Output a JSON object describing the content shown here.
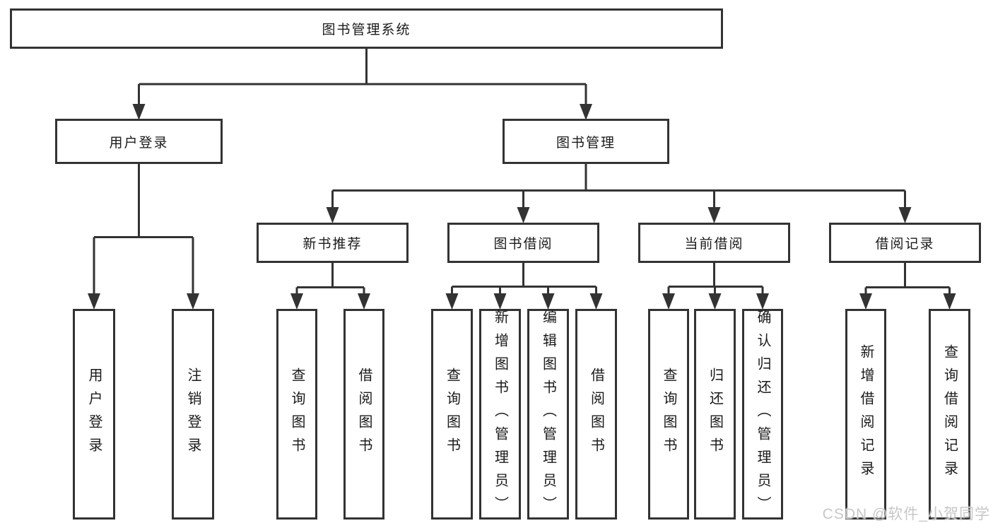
{
  "tree": {
    "label": "图书管理系统",
    "children": [
      {
        "label": "用户登录",
        "children": [
          {
            "label": "用户登录"
          },
          {
            "label": "注销登录"
          }
        ]
      },
      {
        "label": "图书管理",
        "children": [
          {
            "label": "新书推荐",
            "children": [
              {
                "label": "查询图书"
              },
              {
                "label": "借阅图书"
              }
            ]
          },
          {
            "label": "图书借阅",
            "children": [
              {
                "label": "查询图书"
              },
              {
                "label": "新增图书（管理员）"
              },
              {
                "label": "编辑图书（管理员）"
              },
              {
                "label": "借阅图书"
              }
            ]
          },
          {
            "label": "当前借阅",
            "children": [
              {
                "label": "查询图书"
              },
              {
                "label": "归还图书"
              },
              {
                "label": "确认归还（管理员）"
              }
            ]
          },
          {
            "label": "借阅记录",
            "children": [
              {
                "label": "新增借阅记录"
              },
              {
                "label": "查询借阅记录"
              }
            ]
          }
        ]
      }
    ]
  },
  "watermark": {
    "text": "CSDN @软件_小贺同学"
  },
  "colors": {
    "line": "#333333",
    "box_border": "#333333",
    "box_background": "#ffffff",
    "text": "#1a1a1a",
    "watermark": "#c7c7c7"
  }
}
